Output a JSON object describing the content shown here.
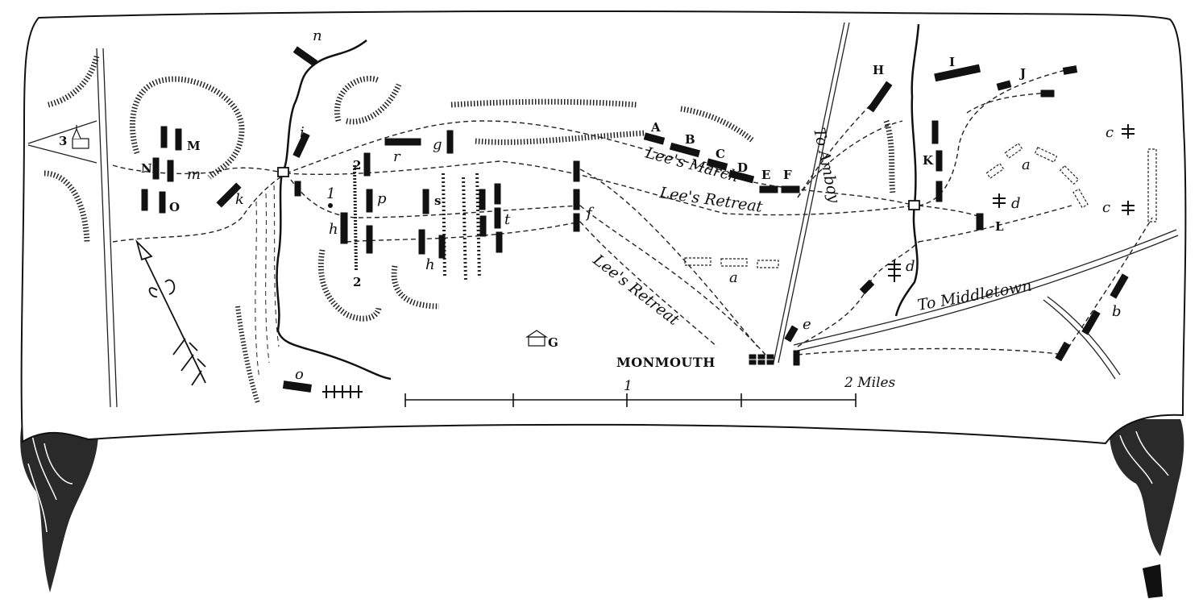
{
  "map": {
    "town_label": "MONMOUTH",
    "scale": {
      "tick_mid": "1",
      "tick_end": "2 Miles"
    },
    "road_labels": {
      "amboy": "To Amboy",
      "middletown": "To Middletown"
    },
    "route_labels": {
      "lees_march": "Lee's March",
      "lees_retreat_1": "Lee's Retreat",
      "lees_retreat_2": "Lee's Retreat"
    },
    "church_number": "3",
    "ridge_numbers": [
      "2",
      "2"
    ],
    "point_number": "1",
    "building_label": "G",
    "upper_letters": [
      "A",
      "B",
      "C",
      "D",
      "E",
      "F",
      "H",
      "I",
      "J",
      "K",
      "L",
      "M",
      "N",
      "O"
    ],
    "lower_letters": [
      "a",
      "a",
      "b",
      "c",
      "c",
      "d",
      "d",
      "e",
      "f",
      "g",
      "h",
      "h",
      "i",
      "k",
      "m",
      "n",
      "o",
      "p",
      "r",
      "s",
      "t"
    ]
  }
}
